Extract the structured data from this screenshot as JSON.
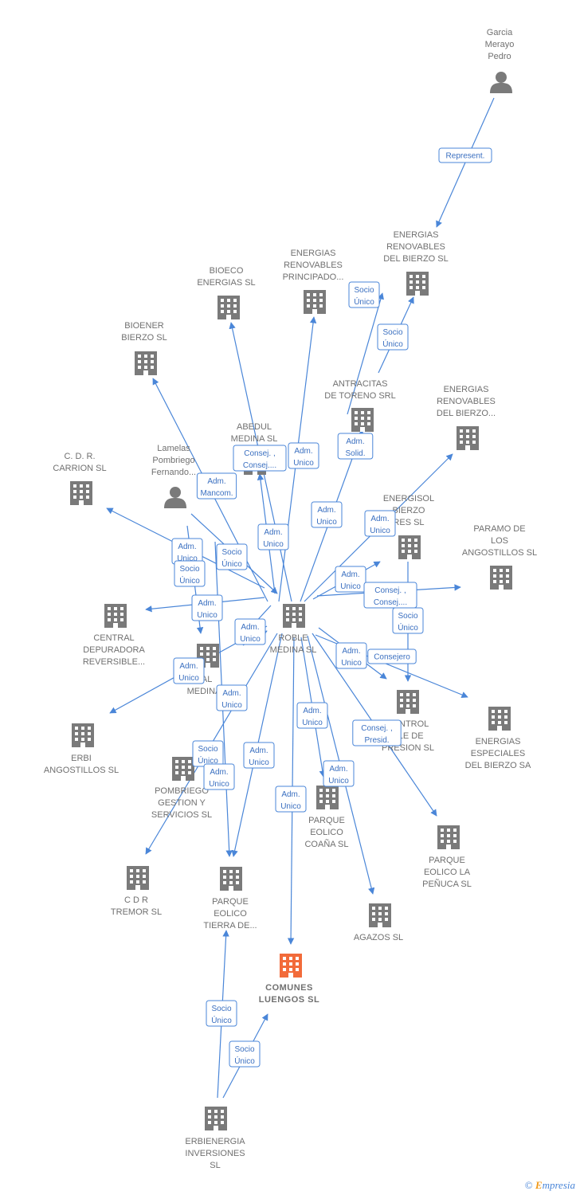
{
  "nodes": [
    {
      "id": "garcia",
      "type": "person",
      "lines": [
        "Garcia",
        "Merayo",
        "Pedro"
      ]
    },
    {
      "id": "ener_bierzo_sl",
      "type": "company",
      "lines": [
        "ENERGIAS",
        "RENOVABLES",
        "DEL BIERZO SL"
      ]
    },
    {
      "id": "ener_principado",
      "type": "company",
      "lines": [
        "ENERGIAS",
        "RENOVABLES",
        "PRINCIPADO..."
      ]
    },
    {
      "id": "bioeco",
      "type": "company",
      "lines": [
        "BIOECO",
        "ENERGIAS SL"
      ]
    },
    {
      "id": "bioener",
      "type": "company",
      "lines": [
        "BIOENER",
        "BIERZO SL"
      ]
    },
    {
      "id": "antracitas",
      "type": "company",
      "lines": [
        "ANTRACITAS",
        "DE TORENO SRL"
      ]
    },
    {
      "id": "ener_bierzo_dots",
      "type": "company",
      "lines": [
        "ENERGIAS",
        "RENOVABLES",
        "DEL BIERZO..."
      ]
    },
    {
      "id": "abedul",
      "type": "company",
      "lines": [
        "ABEDUL",
        "MEDINA SL"
      ]
    },
    {
      "id": "cdr_carrion",
      "type": "company",
      "lines": [
        "C.  D. R.",
        "CARRION  SL"
      ]
    },
    {
      "id": "lamelas",
      "type": "person",
      "lines": [
        "Lamelas",
        "Pombriego",
        "Fernando..."
      ]
    },
    {
      "id": "energisol",
      "type": "company",
      "lines": [
        "ENERGISOL",
        "BIERZO",
        "RES SL"
      ]
    },
    {
      "id": "paramo",
      "type": "company",
      "lines": [
        "PARAMO DE",
        "LOS",
        "ANGOSTILLOS SL"
      ]
    },
    {
      "id": "central_dep",
      "type": "company",
      "lines": [
        "CENTRAL",
        "DEPURADORA",
        "REVERSIBLE..."
      ]
    },
    {
      "id": "roble",
      "type": "company",
      "lines": [
        "ROBLE",
        "MEDINA SL"
      ]
    },
    {
      "id": "sal_medina",
      "type": "company",
      "lines": [
        "SAL",
        "MEDINA"
      ]
    },
    {
      "id": "central_presion",
      "type": "company",
      "lines": [
        "CENTROL",
        "BLE DE",
        "PRESION SL"
      ]
    },
    {
      "id": "ener_especiales",
      "type": "company",
      "lines": [
        "ENERGIAS",
        "ESPECIALES",
        "DEL BIERZO SA"
      ]
    },
    {
      "id": "erbi_ang",
      "type": "company",
      "lines": [
        "ERBI",
        "ANGOSTILLOS SL"
      ]
    },
    {
      "id": "pombriego",
      "type": "company",
      "lines": [
        "POMBRIEGO",
        "GESTION Y",
        "SERVICIOS  SL"
      ]
    },
    {
      "id": "parque_coana",
      "type": "company",
      "lines": [
        "PARQUE",
        "EOLICO",
        "COAÑA SL"
      ]
    },
    {
      "id": "parque_penuca",
      "type": "company",
      "lines": [
        "PARQUE",
        "EOLICO LA",
        "PEÑUCA SL"
      ]
    },
    {
      "id": "cdr_tremor",
      "type": "company",
      "lines": [
        "C D R",
        "TREMOR SL"
      ]
    },
    {
      "id": "parque_tierra",
      "type": "company",
      "lines": [
        "PARQUE",
        "EOLICO",
        "TIERRA DE..."
      ]
    },
    {
      "id": "agazos",
      "type": "company",
      "lines": [
        "AGAZOS SL"
      ]
    },
    {
      "id": "comunes",
      "type": "company",
      "lines": [
        "COMUNES",
        "LUENGOS  SL"
      ],
      "highlight": true
    },
    {
      "id": "erbienergia",
      "type": "company",
      "lines": [
        "ERBIENERGIA",
        "INVERSIONES",
        "SL"
      ]
    }
  ],
  "edge_labels": [
    {
      "id": "e1",
      "lines": [
        "Represent."
      ]
    },
    {
      "id": "e2",
      "lines": [
        "Socio",
        "Único"
      ]
    },
    {
      "id": "e3",
      "lines": [
        "Socio",
        "Único"
      ]
    },
    {
      "id": "e4",
      "lines": [
        "Adm.",
        "Solid."
      ]
    },
    {
      "id": "e5",
      "lines": [
        "Consej. ,",
        "Consej...."
      ]
    },
    {
      "id": "e6",
      "lines": [
        "Adm.",
        "Unico"
      ]
    },
    {
      "id": "e7",
      "lines": [
        "Adm.",
        "Mancom."
      ]
    },
    {
      "id": "e8",
      "lines": [
        "Adm.",
        "Unico"
      ]
    },
    {
      "id": "e9",
      "lines": [
        "Adm.",
        "Unico"
      ]
    },
    {
      "id": "e10",
      "lines": [
        "Adm.",
        "Unico"
      ]
    },
    {
      "id": "e11",
      "lines": [
        "Socio",
        "Único"
      ]
    },
    {
      "id": "e12",
      "lines": [
        "Adm.",
        "Unico"
      ]
    },
    {
      "id": "e13",
      "lines": [
        "Socio",
        "Único"
      ]
    },
    {
      "id": "e14",
      "lines": [
        "Adm.",
        "Unico"
      ]
    },
    {
      "id": "e15",
      "lines": [
        "Consej. ,",
        "Consej...."
      ]
    },
    {
      "id": "e16",
      "lines": [
        "Adm.",
        "Unico"
      ]
    },
    {
      "id": "e17",
      "lines": [
        "Socio",
        "Único"
      ]
    },
    {
      "id": "e18",
      "lines": [
        "Adm.",
        "Unico"
      ]
    },
    {
      "id": "e19",
      "lines": [
        "Adm.",
        "Unico"
      ]
    },
    {
      "id": "e20",
      "lines": [
        "Consejero"
      ]
    },
    {
      "id": "e21",
      "lines": [
        "Adm.",
        "Unico"
      ]
    },
    {
      "id": "e22",
      "lines": [
        "Adm.",
        "Unico"
      ]
    },
    {
      "id": "e23",
      "lines": [
        "Adm.",
        "Unico"
      ]
    },
    {
      "id": "e24",
      "lines": [
        "Consej. ,",
        "Presid."
      ]
    },
    {
      "id": "e25",
      "lines": [
        "Adm.",
        "Unico"
      ]
    },
    {
      "id": "e26",
      "lines": [
        "Socio",
        "Único"
      ]
    },
    {
      "id": "e27",
      "lines": [
        "Adm.",
        "Unico"
      ]
    },
    {
      "id": "e28",
      "lines": [
        "Adm.",
        "Unico"
      ]
    },
    {
      "id": "e29",
      "lines": [
        "Adm.",
        "Unico"
      ]
    },
    {
      "id": "e30",
      "lines": [
        "Socio",
        "Único"
      ]
    },
    {
      "id": "e31",
      "lines": [
        "Socio",
        "Único"
      ]
    }
  ],
  "footer": {
    "copyright": "©",
    "brand_initial": "E",
    "brand_rest": "mpresia"
  },
  "colors": {
    "edge": "#4a86d8",
    "node": "#7a7a7a",
    "highlight": "#f26b3a"
  }
}
